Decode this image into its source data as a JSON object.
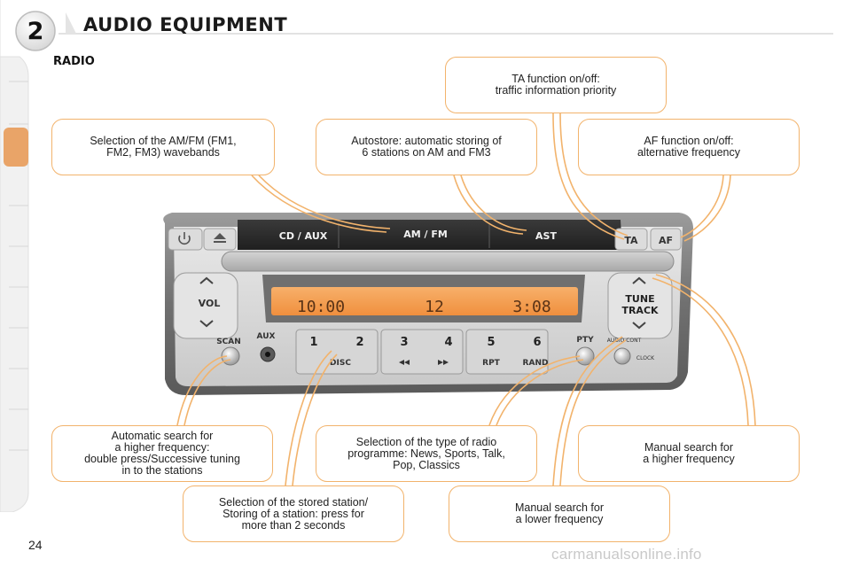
{
  "header": {
    "chapter_number": "2",
    "title": "AUDIO EQUIPMENT"
  },
  "section": {
    "title": "RADIO"
  },
  "callouts": {
    "ta": [
      "TA function on/off:",
      "traffic information priority"
    ],
    "wavebands": [
      "Selection of the AM/FM (FM1,",
      "FM2, FM3) wavebands"
    ],
    "autostore": [
      "Autostore: automatic storing of",
      "6 stations on AM and FM3"
    ],
    "af": [
      "AF function on/off:",
      "alternative frequency"
    ],
    "scan": [
      "Automatic search for",
      "a higher frequency:",
      "double press/Successive tuning",
      "in to the stations"
    ],
    "pty": [
      "Selection of the type of radio",
      "programme: News, Sports, Talk,",
      "Pop, Classics"
    ],
    "manual_up": [
      "Manual search for",
      "a higher frequency"
    ],
    "presets": [
      "Selection of the stored station/",
      "Storing of a station: press for",
      "more than 2 seconds"
    ],
    "manual_down": [
      "Manual search for",
      "a lower frequency"
    ]
  },
  "radio": {
    "top_buttons": {
      "cd_aux": "CD / AUX",
      "am_fm": "AM / FM",
      "ast": "AST",
      "ta": "TA",
      "af": "AF"
    },
    "display": {
      "left": "10:00",
      "center": "12",
      "right": "3:08"
    },
    "vol": "VOL",
    "scan": "SCAN",
    "aux": "AUX",
    "tune_track": [
      "TUNE",
      "TRACK"
    ],
    "pty": "PTY",
    "audio_cont": "AUDIO CONT",
    "clock": "CLOCK",
    "presets": [
      "1",
      "2",
      "3",
      "4",
      "5",
      "6"
    ],
    "preset_subs": {
      "disc": "DISC",
      "rpt": "RPT",
      "rand": "RAND"
    }
  },
  "footer": {
    "page_number": "24",
    "watermark": "carmanualsonline.info"
  },
  "colors": {
    "accent": "#f2b36c",
    "tab_active": "#e9a468",
    "display": "#f5a55a"
  }
}
